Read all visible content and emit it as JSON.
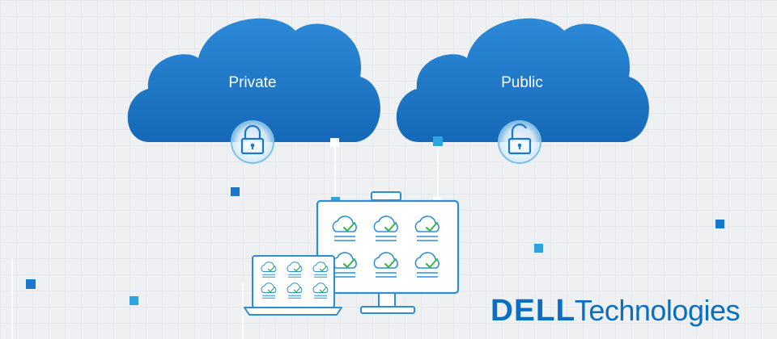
{
  "clouds": {
    "private": {
      "label": "Private",
      "lock_icon": "lock-closed-icon"
    },
    "public": {
      "label": "Public",
      "lock_icon": "lock-open-icon"
    }
  },
  "devices": {
    "monitor": {
      "icon": "desktop-monitor-icon",
      "tile_icon": "cloud-check-icon"
    },
    "laptop": {
      "icon": "laptop-icon",
      "tile_icon": "cloud-check-icon"
    }
  },
  "brand": {
    "logo_wordmark": "DELL",
    "technologies": "Technologies"
  },
  "colors": {
    "background": "#eef0f2",
    "cloud_blue": "#1a77c9",
    "accent_blue": "#0a6fc2",
    "check_green": "#36b24a",
    "line_blue": "#2b8fd8"
  }
}
